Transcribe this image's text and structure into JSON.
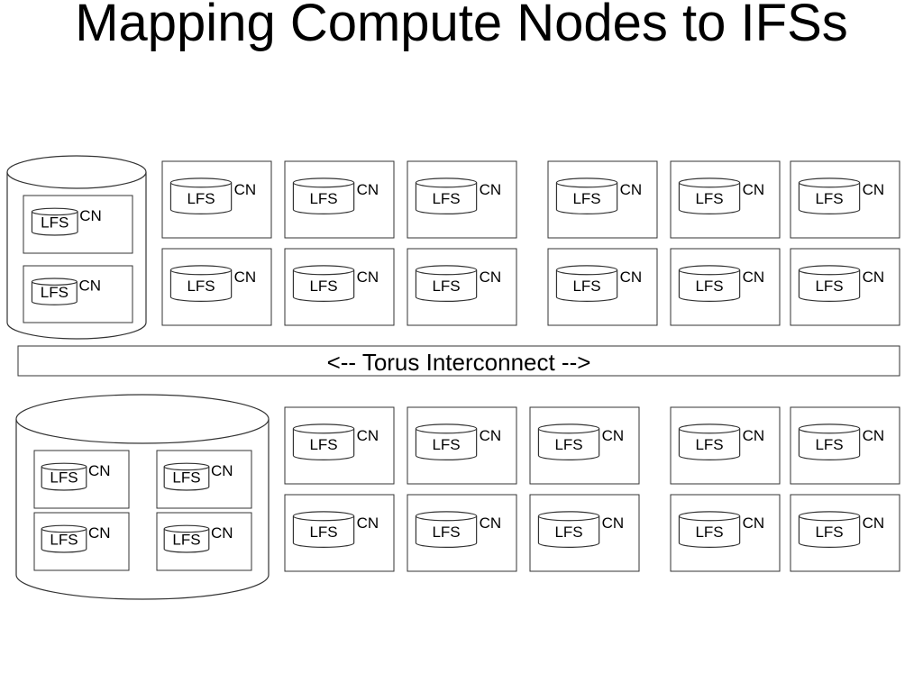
{
  "title": "Mapping Compute Nodes to IFSs",
  "node": {
    "lfs_label": "LFS",
    "cn_label": "CN"
  },
  "interconnect": {
    "label": "<-- Torus Interconnect -->"
  }
}
